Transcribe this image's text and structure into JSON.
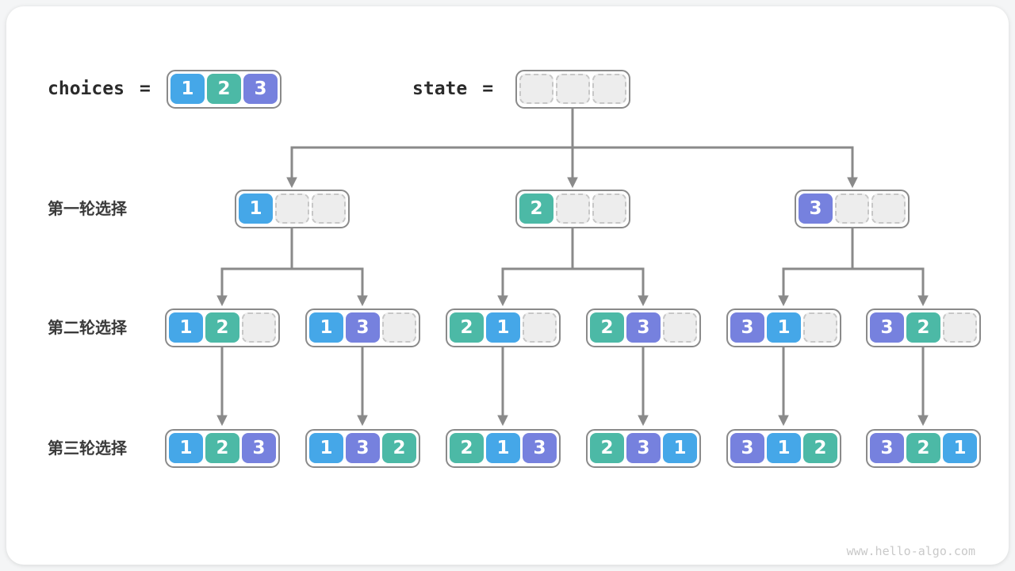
{
  "colors": {
    "1": "#45a7e8",
    "2": "#4cb9a6",
    "3": "#7681de",
    "empty_fill": "#ededed",
    "empty_border": "#c7c7c7",
    "arrow": "#8a8a8a",
    "node_border": "#8a8a8a",
    "label_text": "#2b2b2b"
  },
  "legend": {
    "choices_label": "choices",
    "state_label": "state",
    "equals": "=",
    "choices_cells": [
      "1",
      "2",
      "3"
    ],
    "state_cells": [
      "",
      "",
      ""
    ]
  },
  "rows": [
    {
      "label": "第一轮选择",
      "nodes": [
        [
          "1",
          "",
          ""
        ],
        [
          "2",
          "",
          ""
        ],
        [
          "3",
          "",
          ""
        ]
      ]
    },
    {
      "label": "第二轮选择",
      "nodes": [
        [
          "1",
          "2",
          ""
        ],
        [
          "1",
          "3",
          ""
        ],
        [
          "2",
          "1",
          ""
        ],
        [
          "2",
          "3",
          ""
        ],
        [
          "3",
          "1",
          ""
        ],
        [
          "3",
          "2",
          ""
        ]
      ]
    },
    {
      "label": "第三轮选择",
      "nodes": [
        [
          "1",
          "2",
          "3"
        ],
        [
          "1",
          "3",
          "2"
        ],
        [
          "2",
          "1",
          "3"
        ],
        [
          "2",
          "3",
          "1"
        ],
        [
          "3",
          "1",
          "2"
        ],
        [
          "3",
          "2",
          "1"
        ]
      ]
    }
  ],
  "watermark": "www.hello-algo.com"
}
